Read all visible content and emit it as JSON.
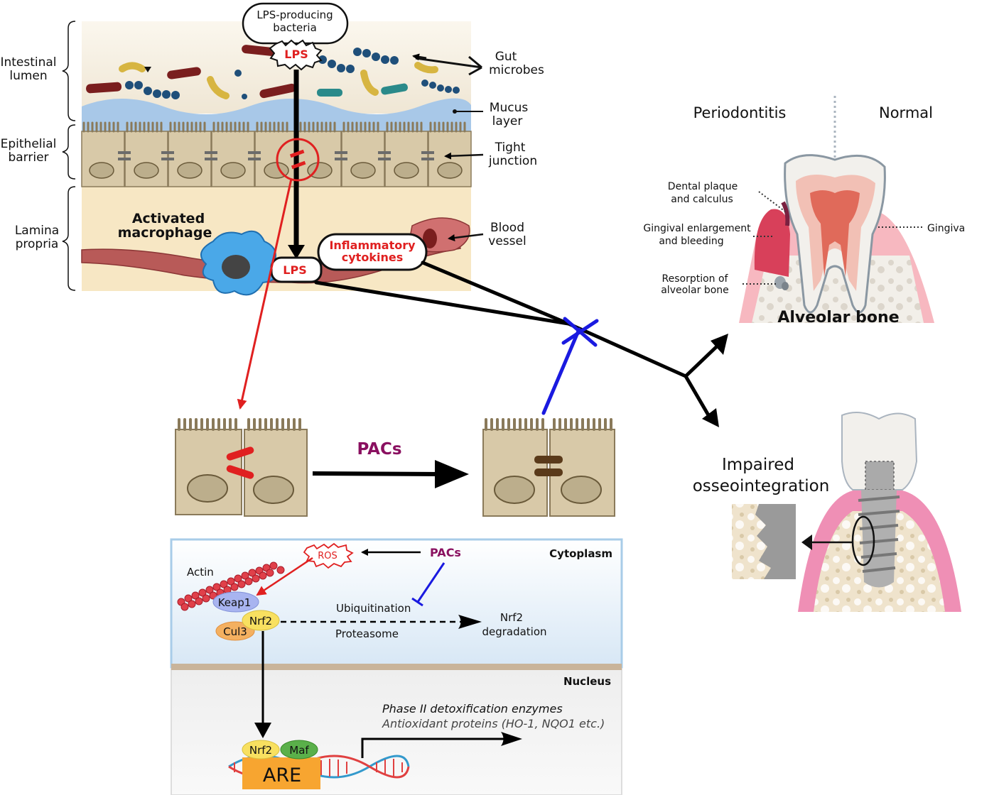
{
  "top": {
    "bacteria_bubble": [
      "LPS-producing",
      "bacteria"
    ],
    "lps": "LPS",
    "layers": {
      "lumen": [
        "Intestinal",
        "lumen"
      ],
      "epithelial": [
        "Epithelial",
        "barrier"
      ],
      "lamina": [
        "Lamina",
        "propria"
      ]
    },
    "right_labels": {
      "gut_microbes": [
        "Gut",
        "microbes"
      ],
      "mucus": [
        "Mucus",
        "layer"
      ],
      "tight_junction": [
        "Tight",
        "junction"
      ],
      "blood_vessel": [
        "Blood",
        "vessel"
      ]
    },
    "macrophage": [
      "Activated",
      "macrophage"
    ],
    "lps_lower": "LPS",
    "cytokines": [
      "Inflammatory",
      "cytokines"
    ]
  },
  "middle": {
    "pacs": "PACs"
  },
  "tooth": {
    "periodontitis": "Periodontitis",
    "normal": "Normal",
    "plaque": [
      "Dental plaque",
      "and calculus"
    ],
    "gingival_enlargement": [
      "Gingival enlargement",
      "and bleeding"
    ],
    "gingiva": "Gingiva",
    "resorption": [
      "Resorption of",
      "alveolar bone"
    ],
    "alveolar_bone": "Alveolar bone"
  },
  "implant": {
    "label": [
      "Impaired",
      "osseointegration"
    ]
  },
  "pathway": {
    "cytoplasm": "Cytoplasm",
    "nucleus": "Nucleus",
    "ros": "ROS",
    "pacs": "PACs",
    "actin": "Actin",
    "keap1": "Keap1",
    "nrf2": "Nrf2",
    "cul3": "Cul3",
    "ubiquitination": "Ubiquitination",
    "proteasome": "Proteasome",
    "degradation": [
      "Nrf2",
      "degradation"
    ],
    "phase2": "Phase II detoxification enzymes",
    "antioxidant": "Antioxidant proteins (HO-1, NQO1 etc.)",
    "nrf2_nuc": "Nrf2",
    "maf": "Maf",
    "are": "ARE"
  },
  "colors": {
    "lps_red": "#e02020",
    "pacs_purple": "#8a1060",
    "block_blue": "#1a1ae0",
    "cell_fill": "#d8c9a8",
    "mucus": "#a8c8e8",
    "lamina": "#f7e7c4"
  }
}
